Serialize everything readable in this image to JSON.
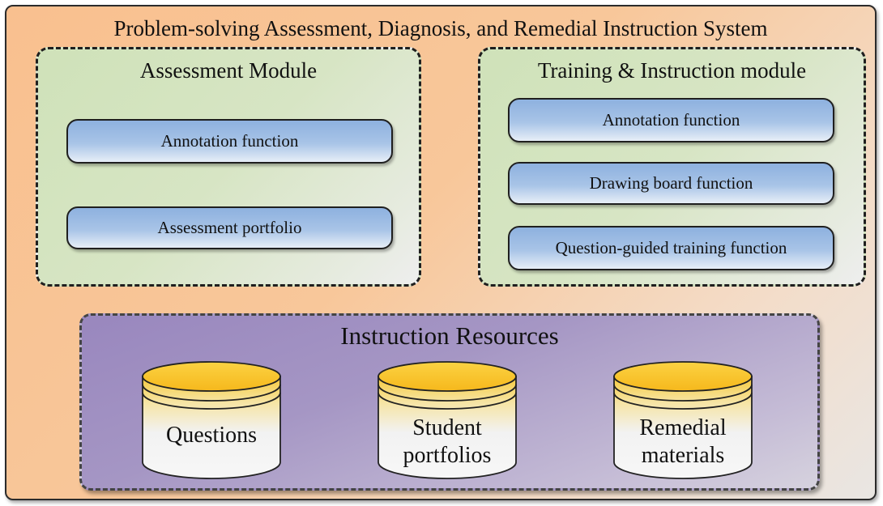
{
  "system": {
    "title": "Problem-solving Assessment, Diagnosis, and Remedial Instruction System"
  },
  "assessment_module": {
    "title": "Assessment  Module",
    "functions": [
      "Annotation function",
      "Assessment portfolio"
    ]
  },
  "training_module": {
    "title": "Training & Instruction module",
    "functions": [
      "Annotation function",
      "Drawing board function",
      "Question-guided training function"
    ]
  },
  "resources": {
    "title": "Instruction Resources",
    "databases": [
      {
        "line1": "Questions",
        "line2": ""
      },
      {
        "line1": "Student",
        "line2": "portfolios"
      },
      {
        "line1": "Remedial",
        "line2": "materials"
      }
    ]
  },
  "colors": {
    "system_background": "#f9c08f",
    "module_background": "#cfe2b9",
    "function_box": "#8eb1df",
    "resources_background": "#9987be",
    "database_top": "#f7c42c"
  }
}
